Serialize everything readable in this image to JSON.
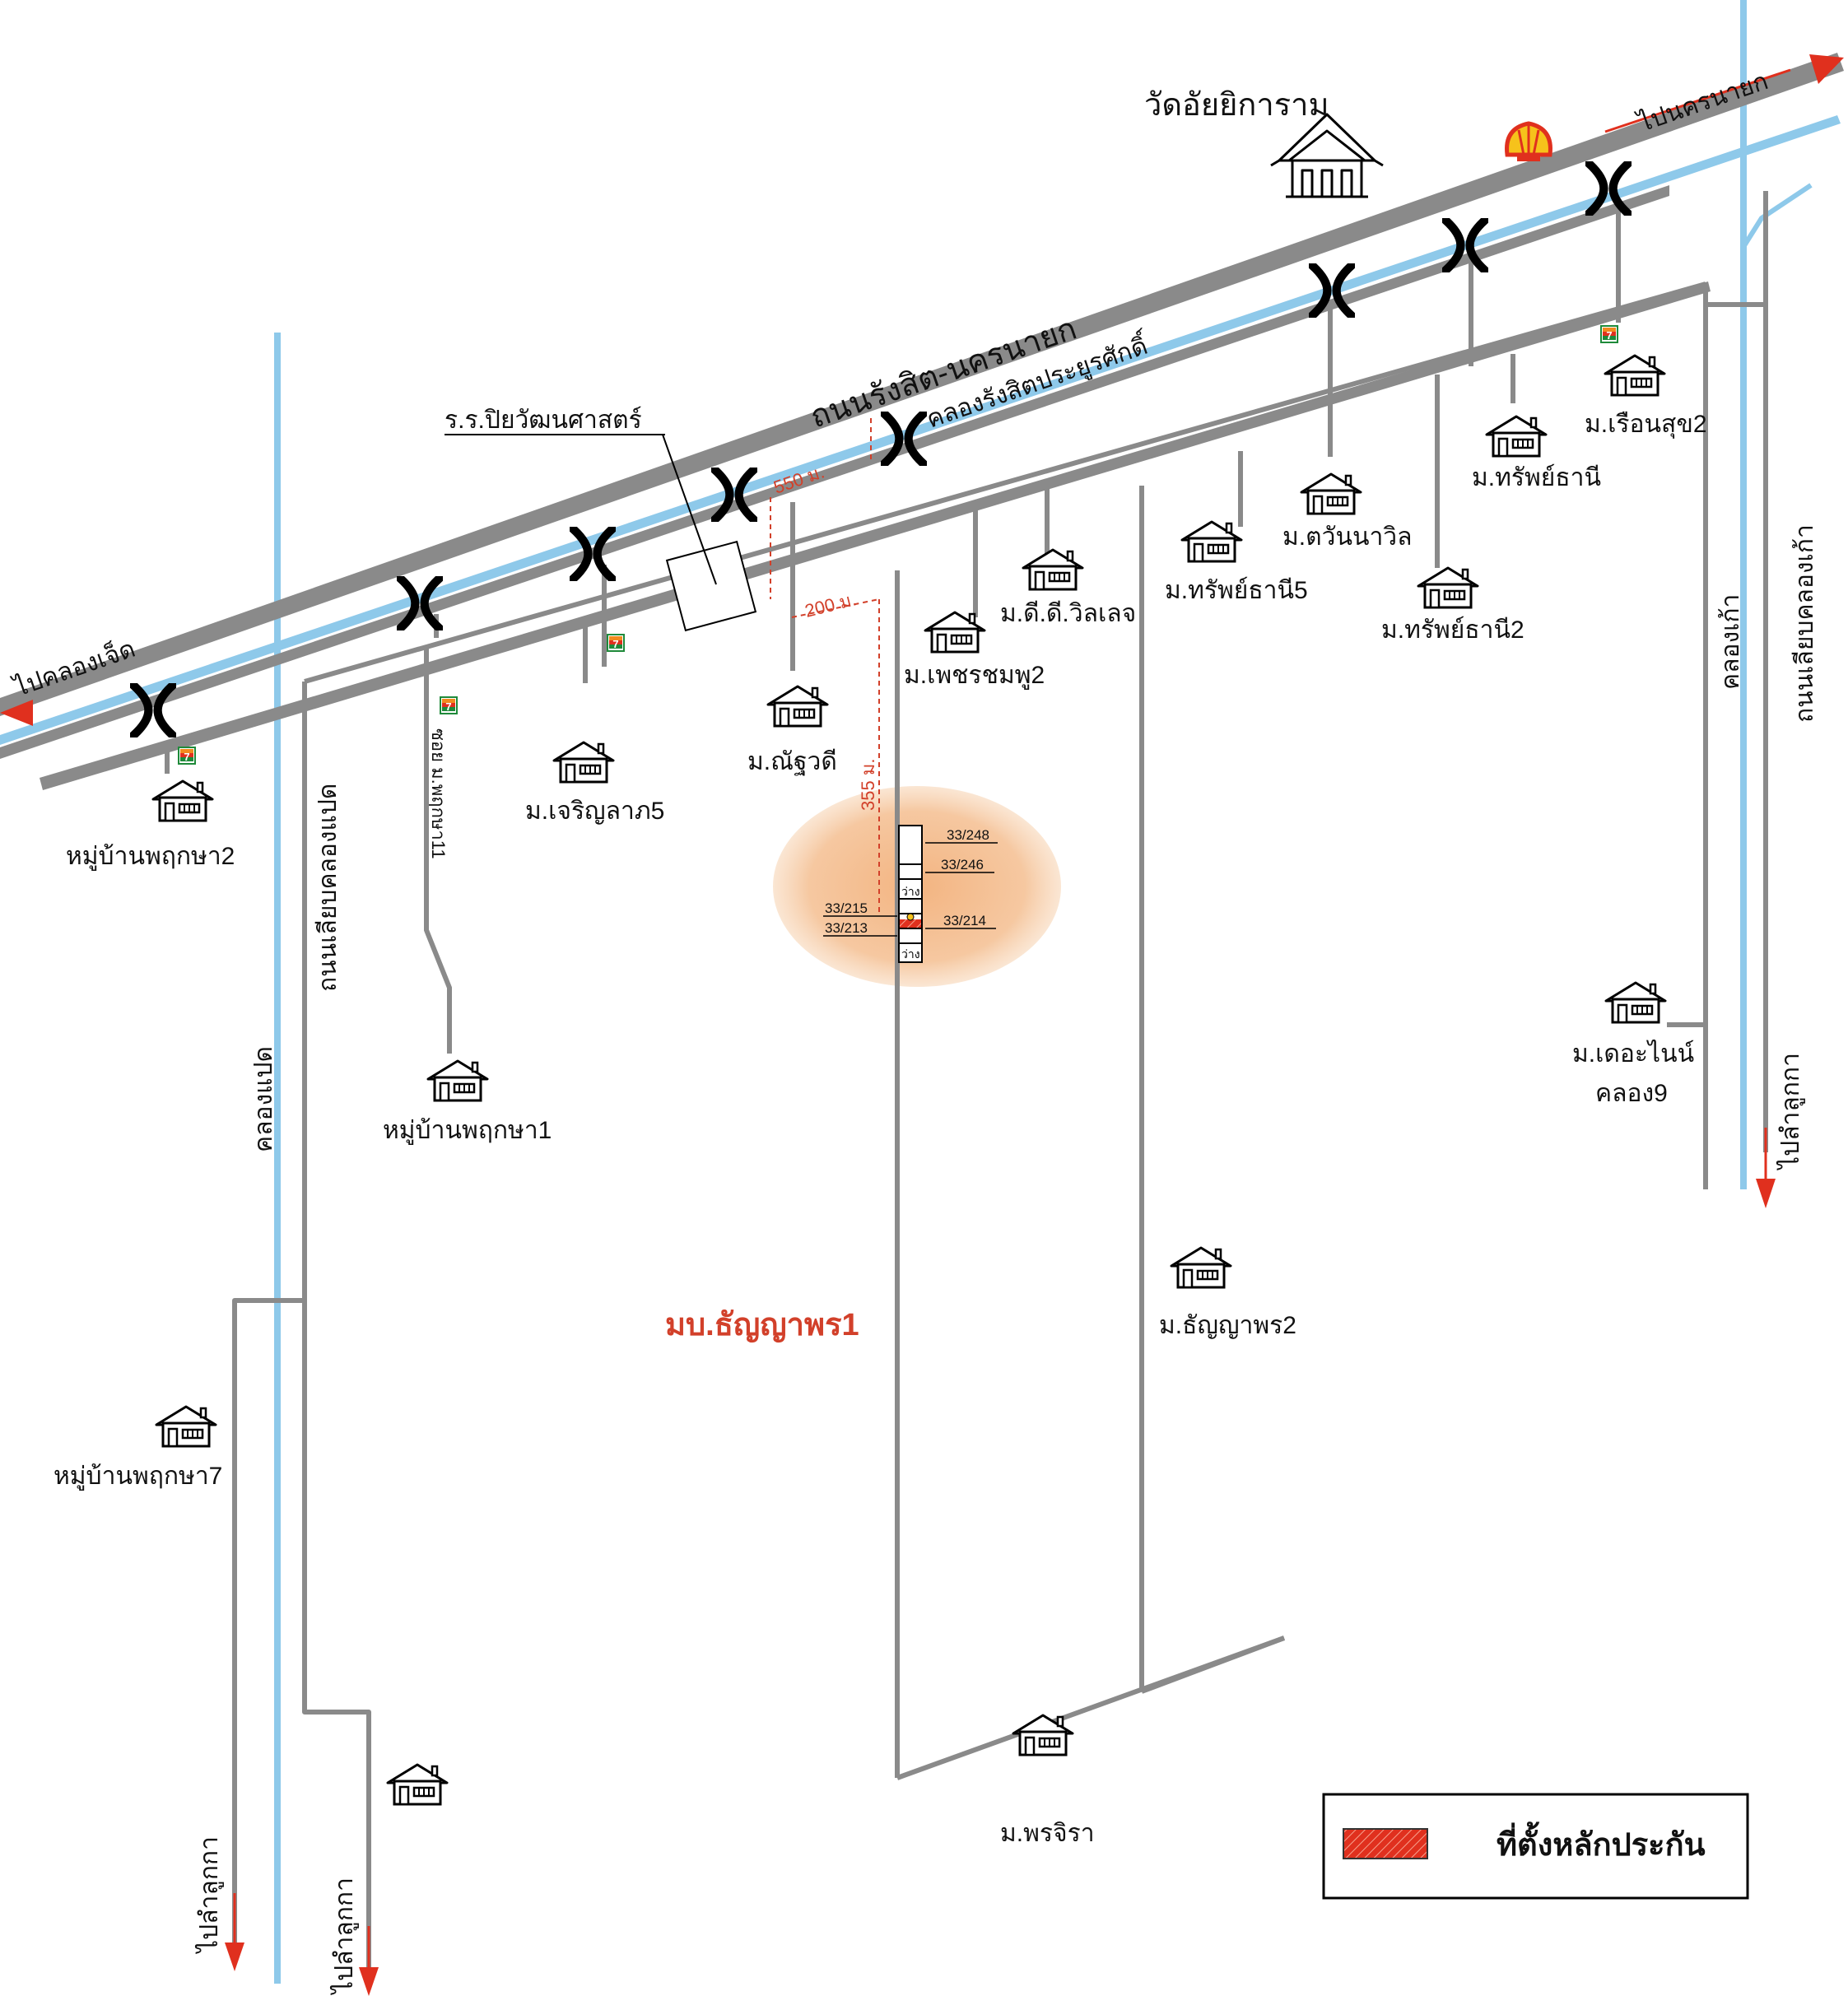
{
  "map": {
    "colors": {
      "road": "#8a8a8a",
      "canal": "#8ec9ea",
      "arrow": "#e0301e",
      "distance": "#d2402a",
      "highlight": "#f2b07a",
      "collateral": "#e0301e",
      "project_label": "#d2402a"
    },
    "directions": {
      "to_khlong_7": "ไปคลองเจ็ด",
      "to_nakhon_nayok": "ไปนครนายก",
      "to_lam_luk_ka_right": "ไปลำลูกกา",
      "to_lam_luk_ka_left1": "ไปลำลูกกา",
      "to_lam_luk_ka_left2": "ไปลำลูกกา"
    },
    "roads": {
      "main_road": "ถนนรังสิต-นครนายก",
      "canal_main": "คลองรังสิตประยูรศักดิ์",
      "road_klong8": "ถนนเลียบคลองแปด",
      "road_klong9": "ถนนเลียบคลองเก้า",
      "soi_phruksa": "ซอย ม.พฤกษา11"
    },
    "canals": {
      "klong8": "คลองแปด",
      "klong9": "คลองเก้า"
    },
    "landmarks": {
      "temple": "วัดอัยยิการาม",
      "school": "ร.ร.ปิยวัฒนศาสตร์",
      "temple_icon": "temple-icon",
      "gas_station_icon": "shell-icon",
      "store_icon": "seven-eleven-icon"
    },
    "villages": {
      "phruksa2": "หมู่บ้านพฤกษา2",
      "phruksa1": "หมู่บ้านพฤกษา1",
      "phruksa7": "หมู่บ้านพฤกษา7",
      "charoenlap5": "ม.เจริญลาภ5",
      "natthawadi": "ม.ณัฐวดี",
      "phetchomphu2": "ม.เพชรชมพู2",
      "dd_village": "ม.ดี.ดี.วิลเลจ",
      "supthani5": "ม.ทรัพย์ธานี5",
      "tawan_na_villa": "ม.ตวันนาวิล",
      "supthani2": "ม.ทรัพย์ธานี2",
      "supthani": "ม.ทรัพย์ธานี",
      "ruensuk2": "ม.เรือนสุข2",
      "the_nine_a": "ม.เดอะไนน์",
      "the_nine_b": "คลอง9",
      "thanyaporn2": "ม.ธัญญาพร2",
      "phonjira": "ม.พรจิรา",
      "house_icon": "house-icon"
    },
    "project": "มบ.ธัญญาพร1",
    "distances": {
      "d550": "550 ม.",
      "d200": "200 ม.",
      "d355": "355 ม."
    },
    "plots": {
      "p248": "33/248",
      "p246": "33/246",
      "p215": "33/215",
      "p213": "33/213",
      "p214": "33/214",
      "vacant1": "ว่าง",
      "vacant2": "ว่าง"
    },
    "legend": {
      "label": "ที่ตั้งหลักประกัน"
    }
  }
}
